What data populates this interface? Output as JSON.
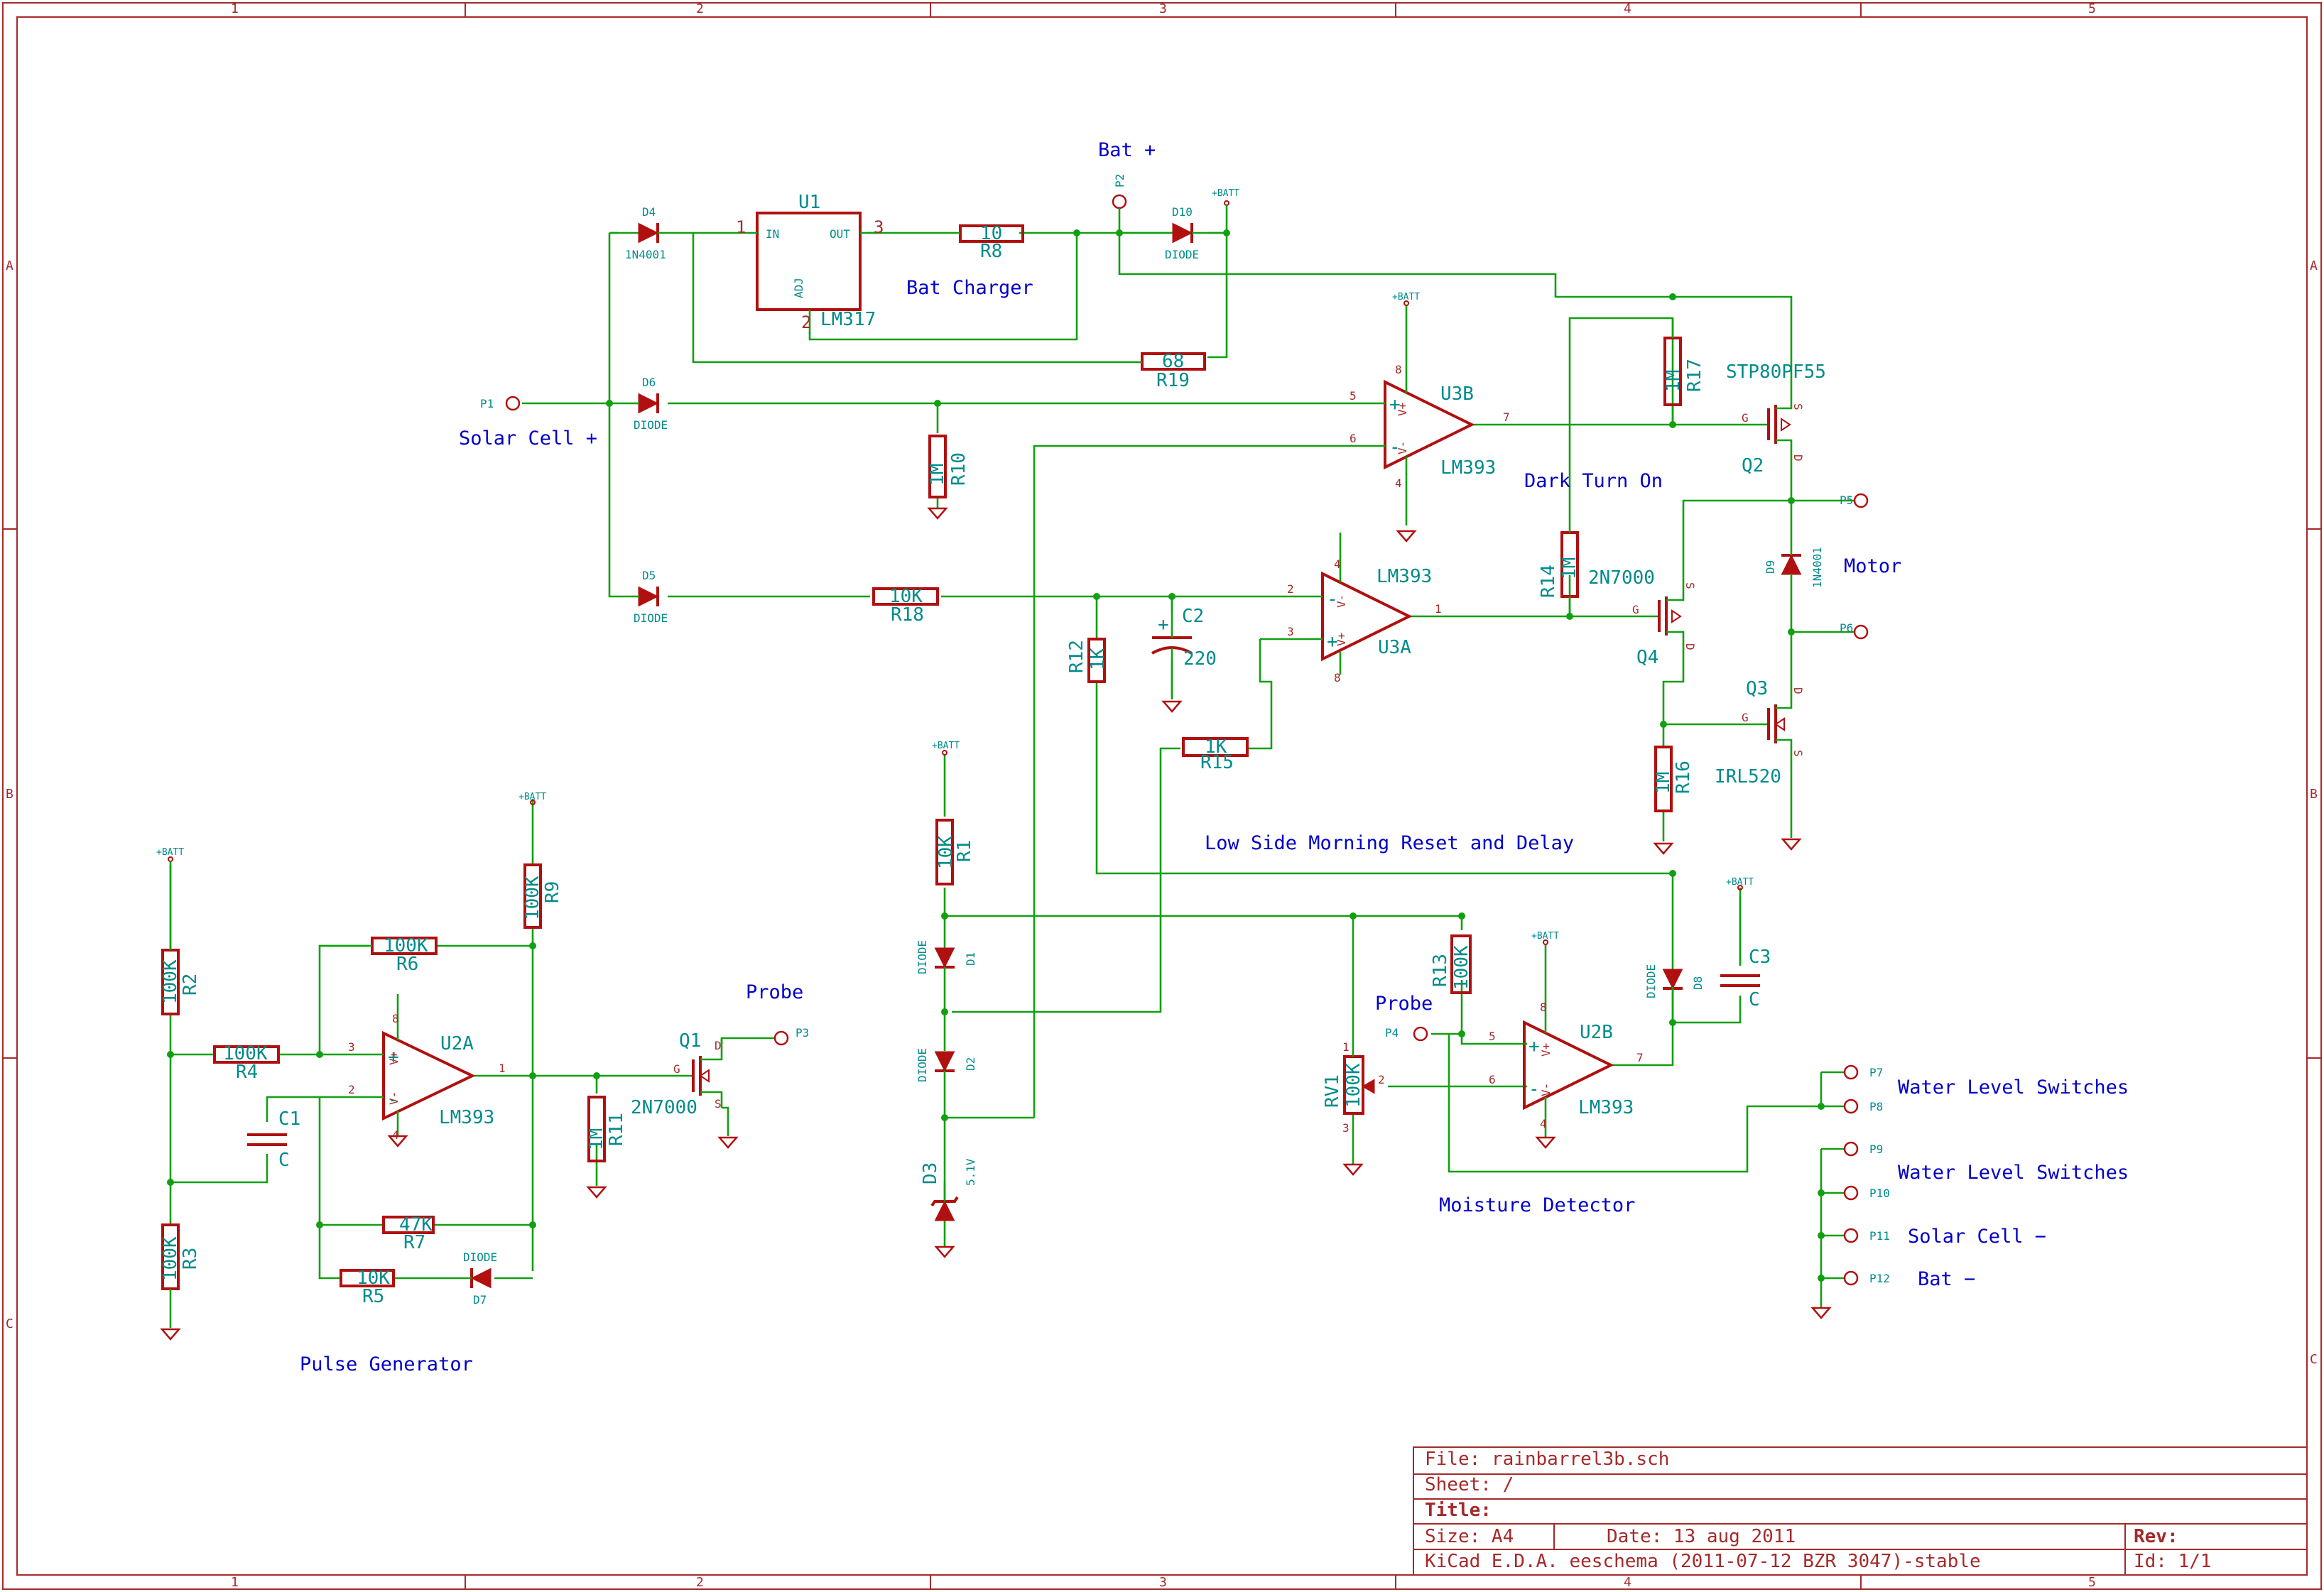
{
  "border": {
    "columns": [
      "1",
      "2",
      "3",
      "4",
      "5"
    ],
    "rows": [
      "A",
      "B",
      "C"
    ]
  },
  "title_block": {
    "file": "File: rainbarrel3b.sch",
    "sheet": "Sheet: /",
    "title": "Title:",
    "size": "Size: A4",
    "date": "Date: 13 aug 2011",
    "rev": "Rev:",
    "tool": "KiCad E.D.A.  eeschema (2011-07-12 BZR 3047)-stable",
    "id": "Id: 1/1"
  },
  "notes": {
    "bat_plus": "Bat +",
    "bat_charger": "Bat Charger",
    "solar_cell_plus": "Solar Cell +",
    "dark_turn_on": "Dark Turn On",
    "motor": "Motor",
    "low_side": "Low Side Morning Reset and Delay",
    "probe_q1": "Probe",
    "probe_p4": "Probe",
    "pulse_generator": "Pulse Generator",
    "moisture_detector": "Moisture Detector",
    "water_level_1": "Water Level Switches",
    "water_level_2": "Water Level Switches",
    "solar_cell_minus": "Solar Cell −",
    "bat_minus": "Bat −"
  },
  "power": {
    "batt": "+BATT"
  },
  "components": {
    "U1": {
      "ref": "U1",
      "val": "LM317",
      "in": "IN",
      "out": "OUT",
      "adj": "ADJ",
      "p1": "1",
      "p2": "2",
      "p3": "3"
    },
    "D4": {
      "ref": "D4",
      "val": "1N4001"
    },
    "D10": {
      "ref": "D10",
      "val": "DIODE"
    },
    "D6": {
      "ref": "D6",
      "val": "DIODE"
    },
    "D5": {
      "ref": "D5",
      "val": "DIODE"
    },
    "D1": {
      "ref": "D1",
      "val": "DIODE"
    },
    "D2": {
      "ref": "D2",
      "val": "DIODE"
    },
    "D3": {
      "ref": "D3",
      "val": "5.1V"
    },
    "D7": {
      "ref": "D7",
      "val": "DIODE"
    },
    "D8": {
      "ref": "D8",
      "val": "DIODE"
    },
    "D9": {
      "ref": "D9",
      "val": "1N4001"
    },
    "R8": {
      "ref": "R8",
      "val": "10"
    },
    "R19": {
      "ref": "R19",
      "val": "68"
    },
    "R10": {
      "ref": "R10",
      "val": "1M"
    },
    "R18": {
      "ref": "R18",
      "val": "10K"
    },
    "R17": {
      "ref": "R17",
      "val": "1M"
    },
    "R14": {
      "ref": "R14",
      "val": "1M"
    },
    "R12": {
      "ref": "R12",
      "val": "1K"
    },
    "R15": {
      "ref": "R15",
      "val": "1K"
    },
    "R16": {
      "ref": "R16",
      "val": "1M"
    },
    "R1": {
      "ref": "R1",
      "val": "10K"
    },
    "R13": {
      "ref": "R13",
      "val": "100K"
    },
    "R2": {
      "ref": "R2",
      "val": "100K"
    },
    "R3": {
      "ref": "R3",
      "val": "100K"
    },
    "R4": {
      "ref": "R4",
      "val": "100K"
    },
    "R5": {
      "ref": "R5",
      "val": "10K"
    },
    "R6": {
      "ref": "R6",
      "val": "100K"
    },
    "R7": {
      "ref": "R7",
      "val": "47K"
    },
    "R9": {
      "ref": "R9",
      "val": "100K"
    },
    "R11": {
      "ref": "R11",
      "val": "1M"
    },
    "RV1": {
      "ref": "RV1",
      "val": "100K"
    },
    "C1": {
      "ref": "C1",
      "val": "C"
    },
    "C2": {
      "ref": "C2",
      "val": "220"
    },
    "C3": {
      "ref": "C3",
      "val": "C"
    },
    "U3B": {
      "ref": "U3B",
      "val": "LM393"
    },
    "U3A": {
      "ref": "U3A",
      "val": "LM393"
    },
    "U2A": {
      "ref": "U2A",
      "val": "LM393"
    },
    "U2B": {
      "ref": "U2B",
      "val": "LM393"
    },
    "Q1": {
      "ref": "Q1",
      "val": "2N7000"
    },
    "Q2": {
      "ref": "Q2",
      "val": "STP80PF55"
    },
    "Q3": {
      "ref": "Q3",
      "val": "IRL520"
    },
    "Q4": {
      "ref": "Q4",
      "val": "2N7000"
    }
  },
  "connectors": {
    "P1": "P1",
    "P2": "P2",
    "P3": "P3",
    "P4": "P4",
    "P5": "P5",
    "P6": "P6",
    "P7": "P7",
    "P8": "P8",
    "P9": "P9",
    "P10": "P10",
    "P11": "P11",
    "P12": "P12"
  },
  "pins": {
    "n1": "1",
    "n2": "2",
    "n3": "3",
    "n4": "4",
    "n5": "5",
    "n6": "6",
    "n7": "7",
    "n8": "8",
    "G": "G",
    "S": "S",
    "D": "D",
    "vp": "V+",
    "vm": "V-",
    "plus": "+",
    "minus": "-"
  }
}
